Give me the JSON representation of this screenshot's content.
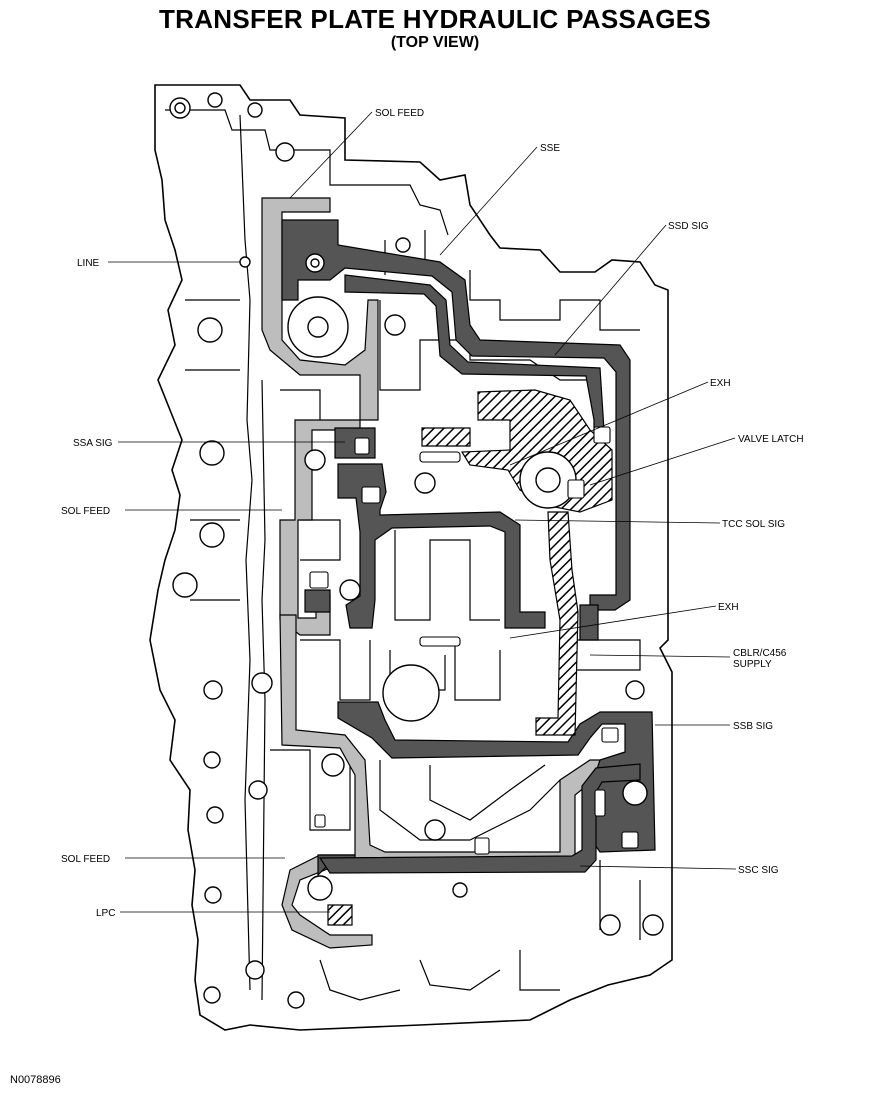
{
  "header": {
    "title": "TRANSFER PLATE HYDRAULIC PASSAGES",
    "subtitle": "(TOP VIEW)"
  },
  "figure_id": "N0078896",
  "colors": {
    "dark_passage": "#555555",
    "light_passage": "#bdbdbd",
    "plate": "#ffffff",
    "outline": "#000000"
  },
  "labels": {
    "sol_feed_top": "SOL FEED",
    "sse": "SSE",
    "ssd_sig": "SSD SIG",
    "line": "LINE",
    "exh_upper": "EXH",
    "valve_latch": "VALVE LATCH",
    "ssa_sig": "SSA SIG",
    "sol_feed_mid": "SOL FEED",
    "tcc_sol_sig": "TCC SOL SIG",
    "exh_lower": "EXH",
    "cblr_line1": "CBLR/C456",
    "cblr_line2": "SUPPLY",
    "ssb_sig": "SSB SIG",
    "sol_feed_bottom": "SOL FEED",
    "ssc_sig": "SSC SIG",
    "lpc": "LPC"
  }
}
